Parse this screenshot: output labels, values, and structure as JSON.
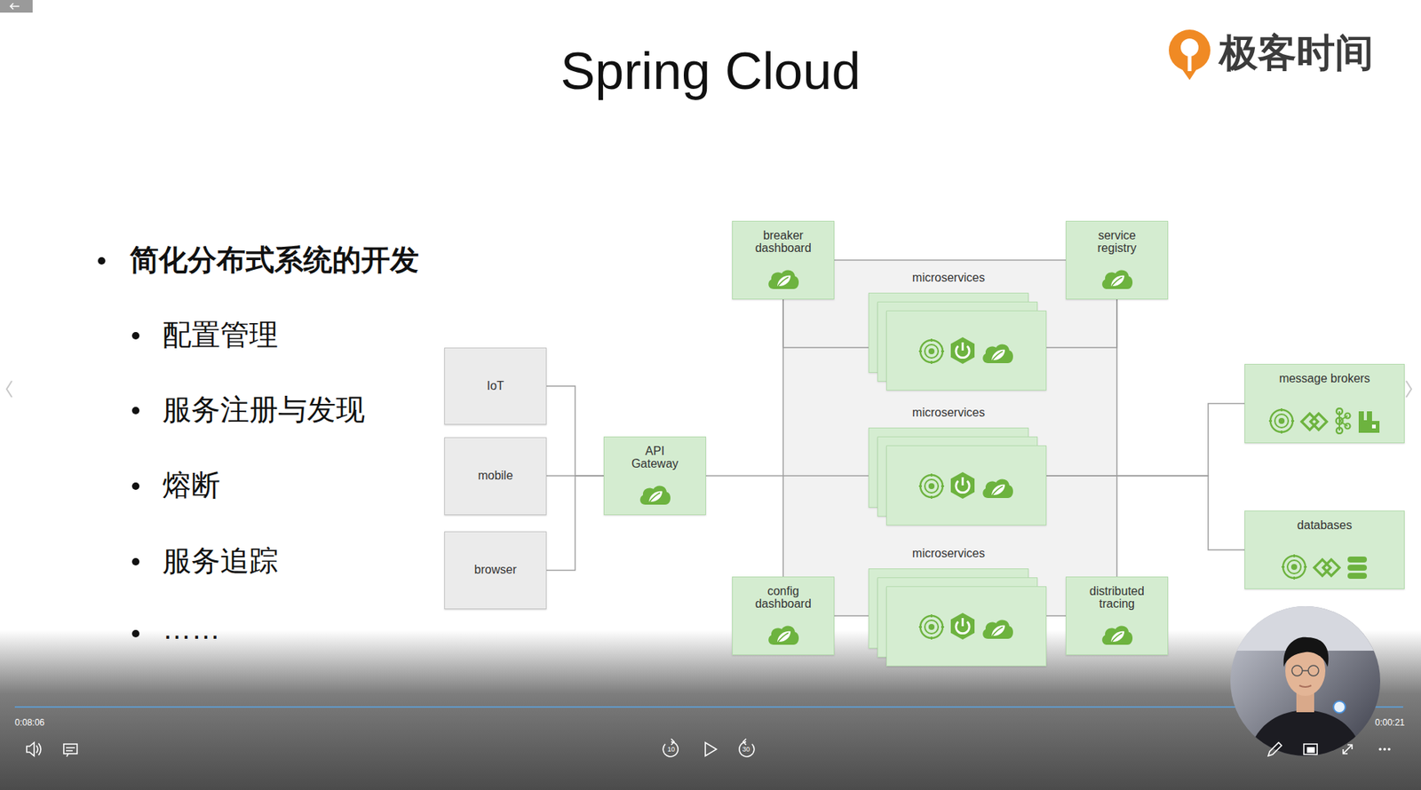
{
  "diagram": {
    "title": "Spring Cloud",
    "nodes": [
      {
        "text": [
          "IoT"
        ]
      },
      {
        "text": [
          "mobile"
        ]
      },
      {
        "text": [
          "browser"
        ]
      },
      {
        "text": [
          "API Gateway"
        ]
      },
      {
        "text": [
          "breaker dashboard"
        ]
      },
      {
        "text": [
          "service registry"
        ]
      },
      {
        "text": [
          "microservices"
        ]
      },
      {
        "text": [
          "microservices"
        ]
      },
      {
        "text": [
          "microservices"
        ]
      },
      {
        "text": [
          "config dashboard"
        ]
      },
      {
        "text": [
          "distributed tracing"
        ]
      },
      {
        "text": [
          "message brokers"
        ]
      },
      {
        "text": [
          "databases"
        ]
      }
    ],
    "edges": [
      {
        "from": 0,
        "to": 3,
        "arrow": "none"
      },
      {
        "from": 1,
        "to": 3,
        "arrow": "none"
      },
      {
        "from": 2,
        "to": 3,
        "arrow": "none"
      },
      {
        "from": 3,
        "to": 7,
        "arrow": "none"
      },
      {
        "from": 4,
        "to": 5,
        "arrow": "none"
      },
      {
        "from": 4,
        "to": 9,
        "arrow": "none"
      },
      {
        "from": 5,
        "to": 10,
        "arrow": "none"
      },
      {
        "from": 4,
        "to": 6,
        "arrow": "none"
      },
      {
        "from": 6,
        "to": 5,
        "arrow": "none"
      },
      {
        "from": 9,
        "to": 8,
        "arrow": "none"
      },
      {
        "from": 8,
        "to": 10,
        "arrow": "none"
      },
      {
        "from": 7,
        "to": 11,
        "arrow": "none"
      },
      {
        "from": 7,
        "to": 12,
        "arrow": "none"
      }
    ],
    "labels": [
      "极客时间",
      "简化分布式系统的开发",
      "配置管理",
      "服务注册与发现",
      "熔断",
      "服务追踪",
      "……",
      "0:08:06",
      "0:00:21",
      "10",
      "30"
    ]
  }
}
